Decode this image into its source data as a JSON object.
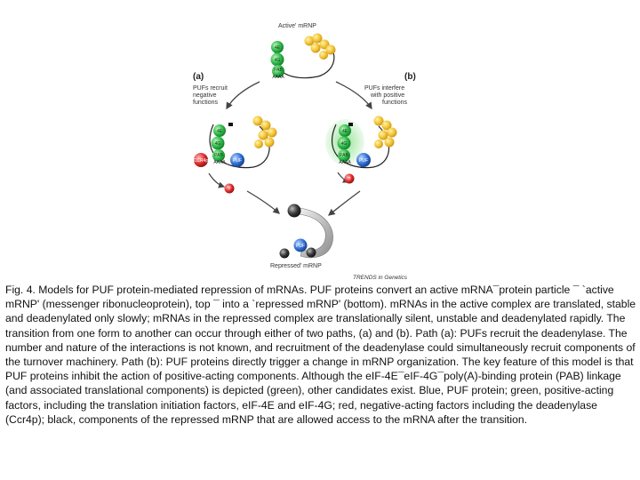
{
  "diagram": {
    "top_title": "Active' mRNP",
    "path_a_label": "(a)",
    "path_a_text": [
      "PUFs recruit",
      "negative",
      "functions"
    ],
    "path_b_label": "(b)",
    "path_b_text": [
      "PUFs interfere",
      "with positive",
      "functions"
    ],
    "bottom_title": "Repressed' mRNP",
    "source_credit": "TRENDS in Genetics",
    "node_labels": {
      "eif4e": "4E",
      "eif4g": "4G",
      "pab": "PAB",
      "polya": "AAAA",
      "puf": "PUF",
      "ccr4": "CCR4p",
      "unknown": "?"
    },
    "colors": {
      "positive": "#2db84a",
      "puf": "#2f6fd6",
      "negative": "#e02b2b",
      "repressed": "#2a2a2a",
      "ribosome": "#f2c233"
    }
  },
  "caption": "Fig. 4. Models for PUF protein-mediated repression of mRNAs. PUF proteins convert an active mRNA¯protein particle ¯ `active mRNP' (messenger ribonucleoprotein), top ¯ into a `repressed mRNP' (bottom). mRNAs in the active complex are translated, stable and deadenylated only slowly; mRNAs in the repressed complex are translationally silent, unstable and deadenylated rapidly. The transition from one form to another can occur through either of two paths, (a) and (b). Path (a): PUFs recruit the deadenylase. The number and nature of the interactions is not known, and recruitment of the deadenylase could simultaneously recruit components of the turnover machinery. Path (b): PUF proteins directly trigger a change in mRNP organization. The key feature of this model is that PUF proteins inhibit the action of positive-acting components. Although the eIF-4E¯eIF-4G¯poly(A)-binding protein (PAB) linkage (and associated translational components) is depicted (green), other candidates exist. Blue, PUF protein; green, positive-acting factors, including the translation initiation factors, eIF-4E and eIF-4G; red, negative-acting factors including the deadenylase (Ccr4p); black, components of the repressed mRNP that are allowed access to the mRNA after the transition."
}
